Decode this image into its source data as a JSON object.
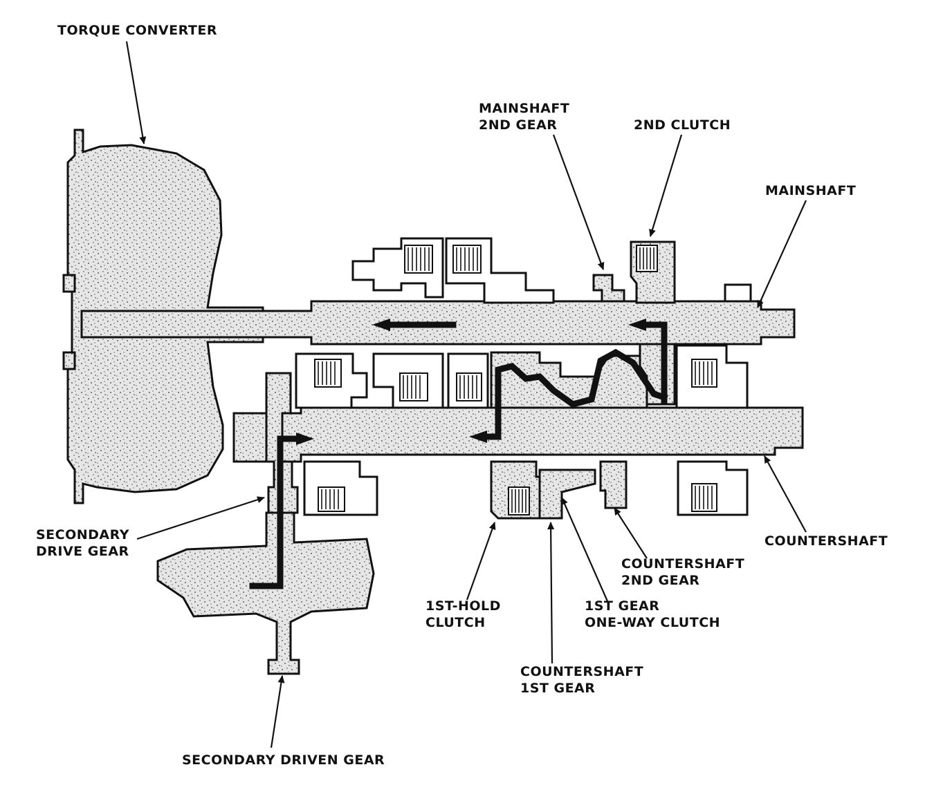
{
  "labels": {
    "torque_converter": "TORQUE CONVERTER",
    "mainshaft_2nd_gear_line1": "MAINSHAFT",
    "mainshaft_2nd_gear_line2": "2ND GEAR",
    "second_clutch": "2ND CLUTCH",
    "mainshaft": "MAINSHAFT",
    "secondary_drive_gear_line1": "SECONDARY",
    "secondary_drive_gear_line2": "DRIVE GEAR",
    "countershaft": "COUNTERSHAFT",
    "countershaft_2nd_gear_line1": "COUNTERSHAFT",
    "countershaft_2nd_gear_line2": "2ND GEAR",
    "first_hold_clutch_line1": "1ST-HOLD",
    "first_hold_clutch_line2": "CLUTCH",
    "first_gear_one_way_clutch_line1": "1ST GEAR",
    "first_gear_one_way_clutch_line2": "ONE-WAY CLUTCH",
    "countershaft_1st_gear_line1": "COUNTERSHAFT",
    "countershaft_1st_gear_line2": "1ST GEAR",
    "secondary_driven_gear": "SECONDARY DRIVEN GEAR"
  },
  "colors": {
    "ink": "#111111",
    "stipple": "#d9d9d9",
    "background": "#ffffff"
  }
}
